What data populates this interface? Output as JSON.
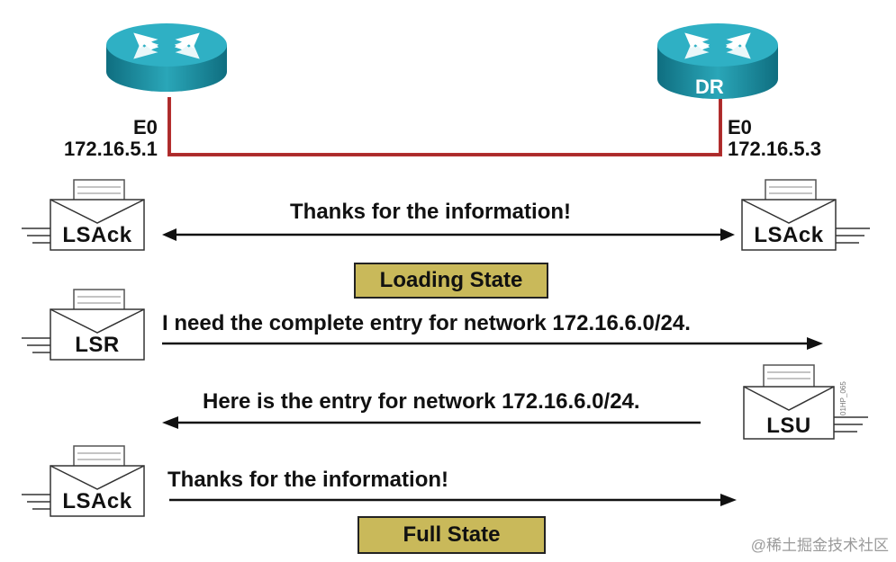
{
  "routers": {
    "left": {
      "label": "",
      "interface": "E0",
      "ip": "172.16.5.1"
    },
    "right": {
      "label": "DR",
      "interface": "E0",
      "ip": "172.16.5.3"
    }
  },
  "messages": [
    {
      "packet_left": "LSAck",
      "packet_right": "LSAck",
      "text": "Thanks for the information!"
    },
    {
      "packet_left": "LSR",
      "text": "I need the complete entry for network 172.16.6.0/24."
    },
    {
      "packet_right": "LSU",
      "text": "Here is the entry for network 172.16.6.0/24."
    },
    {
      "packet_left": "LSAck",
      "text": "Thanks for the information!"
    }
  ],
  "states": {
    "loading": "Loading State",
    "full": "Full State"
  },
  "figure_code": "01HP_065",
  "watermark": "@稀土掘金技术社区",
  "colors": {
    "router_body": "#1a8a9c",
    "link_line": "#b83030",
    "state_box": "#c9b95a"
  }
}
